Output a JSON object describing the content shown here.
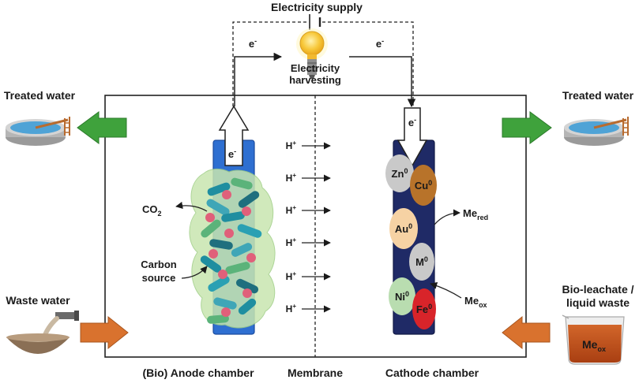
{
  "labels": {
    "supply": "Electricity supply",
    "harvest_1": "Electricity",
    "harvest_2": "harvesting",
    "electron": "e",
    "electron_sup": "-",
    "treated_left": "Treated water",
    "treated_right": "Treated water",
    "co2_main": "CO",
    "co2_sub": "2",
    "carbon_1": "Carbon",
    "carbon_2": "source",
    "waste_water": "Waste water",
    "bioleach_1": "Bio-leachate /",
    "bioleach_2": "liquid waste",
    "proton": "H",
    "proton_sup": "+",
    "me": "Me",
    "me_red_sub": "red",
    "me_ox_sub": "ox",
    "anode_chamber": "(Bio) Anode chamber",
    "membrane": "Membrane",
    "cathode_chamber": "Cathode chamber"
  },
  "metals": [
    {
      "sym": "Zn",
      "sup": "0",
      "color": "#c9c9c9"
    },
    {
      "sym": "Cu",
      "sup": "0",
      "color": "#b8732a"
    },
    {
      "sym": "Au",
      "sup": "0",
      "color": "#f6d2a4"
    },
    {
      "sym": "M",
      "sup": "0",
      "color": "#c9c9c9"
    },
    {
      "sym": "Ni",
      "sup": "0",
      "color": "#b9ddb0"
    },
    {
      "sym": "Fe",
      "sup": "0",
      "color": "#d8242a"
    }
  ],
  "beaker": {
    "main": "Me",
    "sub": "ox"
  },
  "colors": {
    "anode_blue": "#2e6fd1",
    "cathode_navy": "#1f2a66",
    "green_arrow": "#3fa23c",
    "orange_arrow": "#d9722e",
    "bacteria_teal": "#1f8ea0",
    "bacteria_pink": "#e0607a",
    "biofilm": "#c8e6b0",
    "bulb": "#f7c83a"
  },
  "icons": [
    "light-bulb-icon",
    "water-treatment-tank-icon",
    "waste-pipe-icon",
    "beaker-icon",
    "bacteria-cluster-icon"
  ]
}
